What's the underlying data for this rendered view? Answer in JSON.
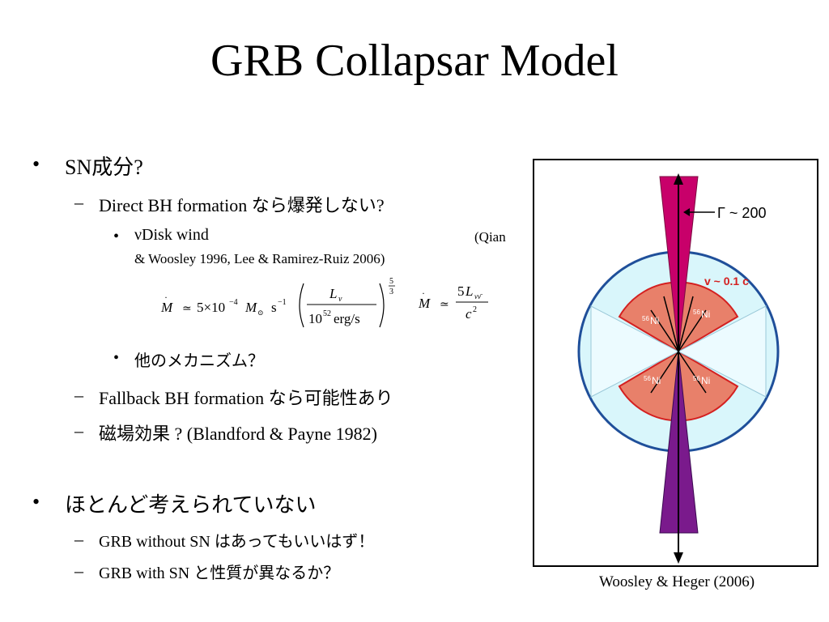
{
  "title": "GRB Collapsar Model",
  "bullets": {
    "sn_component": {
      "prefix": "SN",
      "jp": "成分",
      "suffix": "?"
    },
    "direct_bh": {
      "text": "Direct BH formation ",
      "jp": "なら爆発しない",
      "suffix": "?"
    },
    "disk_wind": {
      "label": "νDisk wind",
      "cite_a": "(Qian",
      "cite_b": "& Woosley 1996, Lee & Ramirez-Ruiz 2006)"
    },
    "other_mech": "他のメカニズム？",
    "fallback_bh": {
      "text": "Fallback BH formation ",
      "jp": "なら可能性あり"
    },
    "magnetic": {
      "jp": "磁場効果",
      "suffix": " ? (Blandford & Payne 1982)"
    },
    "not_considered": "ほとんど考えられていない",
    "grb_without_sn": {
      "text": "GRB without SN ",
      "jp": "はあってもいいはず！"
    },
    "grb_with_sn": {
      "text": "GRB with SN ",
      "jp": "と性質が異なるか？"
    }
  },
  "markers": {
    "bullet": "•",
    "dash": "–"
  },
  "formula": {
    "mdot": "M",
    "approx": "≃",
    "rate": "5×10",
    "rate_exp": "−4",
    "msun": "M",
    "sun": "⊙",
    "per_s": "s",
    "per_s_exp": "−1",
    "lum": "L",
    "lum_sub": "ν",
    "denom": "10",
    "denom_exp": "52",
    "denom_unit": "erg/s",
    "power_num": "5",
    "power_den": "3",
    "five": "5",
    "lum2_sub": "νν̄",
    "c": "c",
    "c_exp": "2"
  },
  "figure": {
    "gamma_label": "Γ ~ 200",
    "v_label": "v ~ 0.1 c",
    "ni": [
      "Ni",
      "Ni",
      "Ni",
      "Ni"
    ],
    "ni_mass": "56",
    "colors": {
      "jet_top": "#c8006a",
      "jet_bottom": "#7a1a8c",
      "star": "#d9f6fb",
      "torus": "#e8806a",
      "edge": "#d42020",
      "v_label": "#d42020"
    }
  },
  "caption": "Woosley & Heger (2006)"
}
